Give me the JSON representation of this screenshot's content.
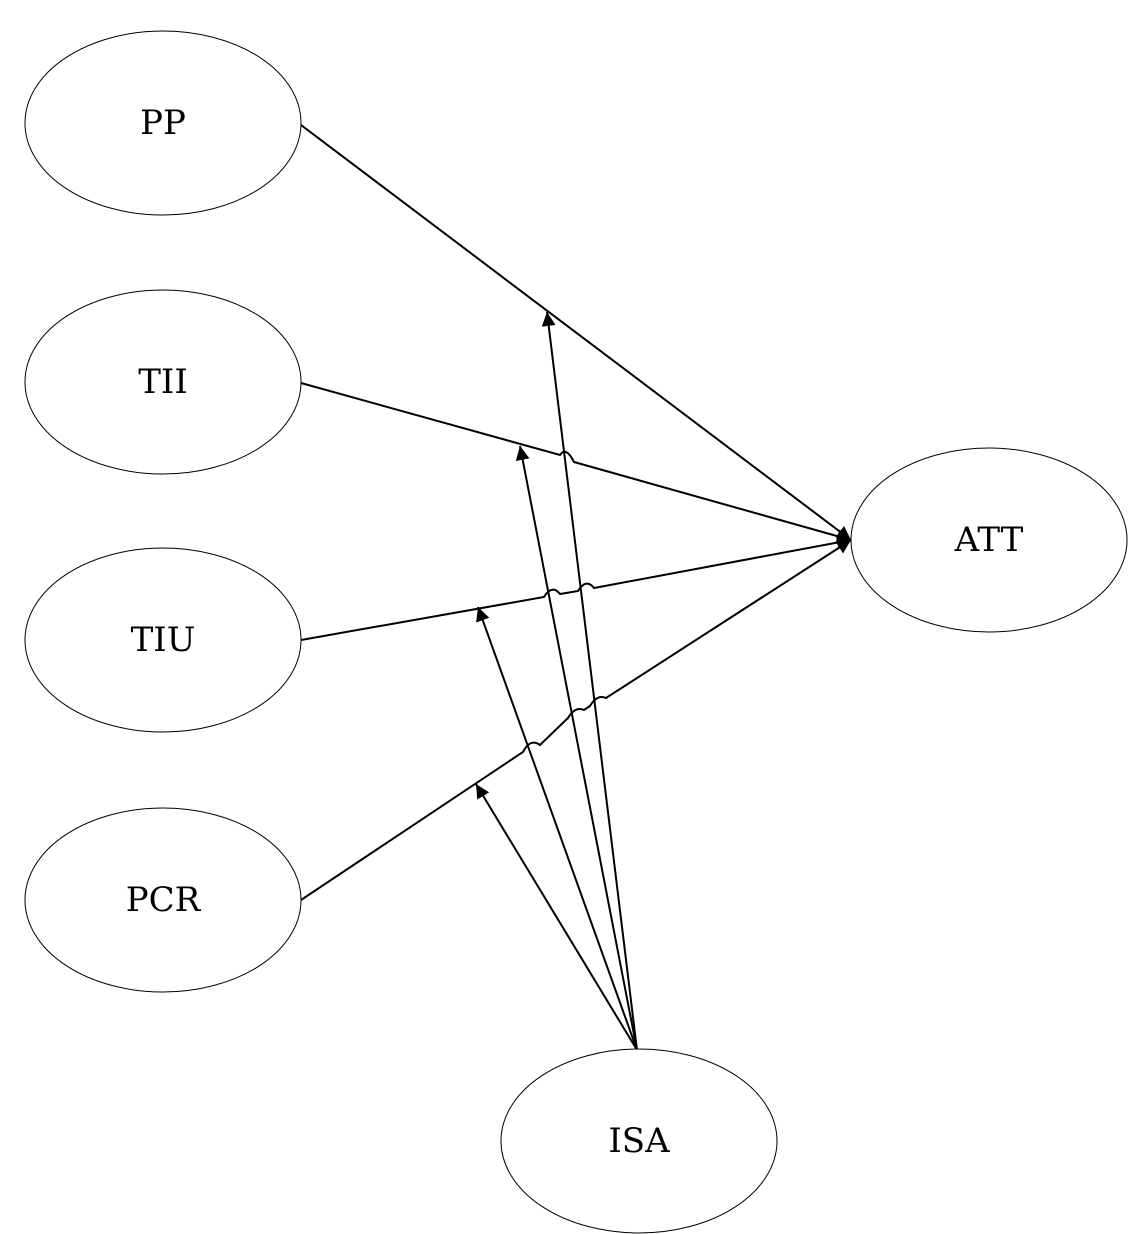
{
  "nodes": {
    "pp": {
      "label": "PP"
    },
    "tii": {
      "label": "TII"
    },
    "tiu": {
      "label": "TIU"
    },
    "pcr": {
      "label": "PCR"
    },
    "att": {
      "label": "ATT"
    },
    "isa": {
      "label": "ISA"
    }
  },
  "colors": {
    "stroke": "#000000",
    "fill": "#ffffff"
  }
}
